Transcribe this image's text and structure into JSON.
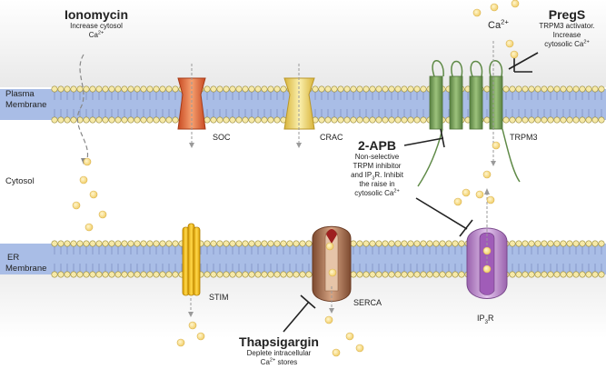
{
  "labels": {
    "plasma_membrane": [
      "Plasma",
      "Membrane"
    ],
    "cytosol": "Cytosol",
    "er_membrane": [
      "ER",
      "Membrane"
    ],
    "soc": "SOC",
    "crac": "CRAC",
    "trpm3": "TRPM3",
    "stim": "STIM",
    "serca": "SERCA",
    "ip3r": {
      "main": "IP",
      "sub": "3",
      "tail": "R"
    },
    "ca2": {
      "main": "Ca",
      "sup": "2+"
    }
  },
  "drugs": {
    "ionomycin": {
      "name": "Ionomycin",
      "desc_1": "Increase cytosol",
      "desc_2_main": "Ca",
      "desc_2_sup": "2+"
    },
    "pregs": {
      "name": "PregS",
      "desc_1": "TRPM3 activator.",
      "desc_2": "Increase",
      "desc_3_main": "cytosolic Ca",
      "desc_3_sup": "2+"
    },
    "apb": {
      "name": "2-APB",
      "desc_1": "Non-selective",
      "desc_2": "TRPM inhibitor",
      "desc_3_pre": "and IP",
      "desc_3_sub": "3",
      "desc_3_post": "R. Inhibit",
      "desc_4": "the raise in",
      "desc_5_main": "cytosolic Ca",
      "desc_5_sup": "2+"
    },
    "thapsigargin": {
      "name": "Thapsigargin",
      "desc_1": "Deplete intracellular",
      "desc_2_main": "Ca",
      "desc_2_sup": "2+",
      "desc_2_tail": " stores"
    }
  },
  "colors": {
    "membrane_band": "#a9bde6",
    "lipid_head": "#f6e9a8",
    "lipid_head_stroke": "#9c8d3a",
    "soc": "#ee7c4a",
    "crac": "#f4e07a",
    "trpm3": "#7aa35e",
    "stim": "#f2c21c",
    "serca": "#b07a5a",
    "ip3r": "#c79ad6",
    "calcium": "#f8df8f"
  }
}
